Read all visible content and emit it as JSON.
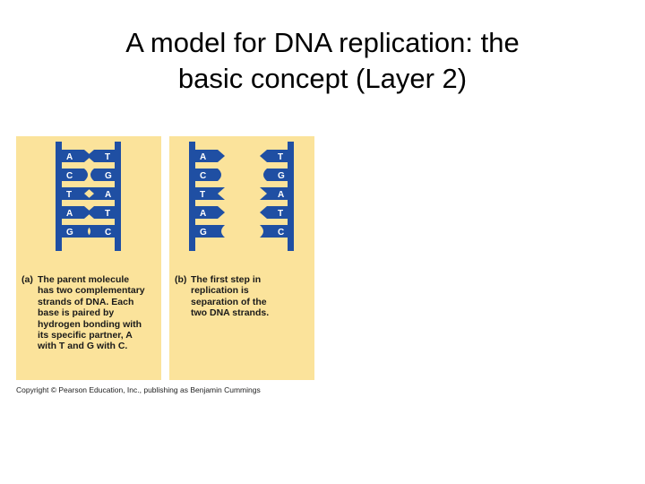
{
  "slide": {
    "title_line1": "A model for DNA replication: the",
    "title_line2": "basic concept (Layer 2)"
  },
  "figure": {
    "panel_a": {
      "label": "(a)",
      "caption_lines": [
        "The parent molecule",
        "has two complementary",
        "strands of DNA. Each",
        "base is paired by",
        "hydrogen bonding with",
        "its specific partner, A",
        "with T and G with C."
      ],
      "left_bases": [
        "A",
        "C",
        "T",
        "A",
        "G"
      ],
      "right_bases": [
        "T",
        "G",
        "A",
        "T",
        "C"
      ]
    },
    "panel_b": {
      "label": "(b)",
      "caption_lines": [
        "The first step in",
        "replication is",
        "separation of the",
        "two DNA strands."
      ],
      "left_bases": [
        "A",
        "C",
        "T",
        "A",
        "G"
      ],
      "right_bases": [
        "T",
        "G",
        "A",
        "T",
        "C"
      ]
    },
    "copyright": "Copyright © Pearson Education, Inc., publishing as Benjamin Cummings",
    "colors": {
      "panel_background": "#fbe39b",
      "strand_blue": "#1f4fa3",
      "base_text": "#ffffff"
    }
  }
}
